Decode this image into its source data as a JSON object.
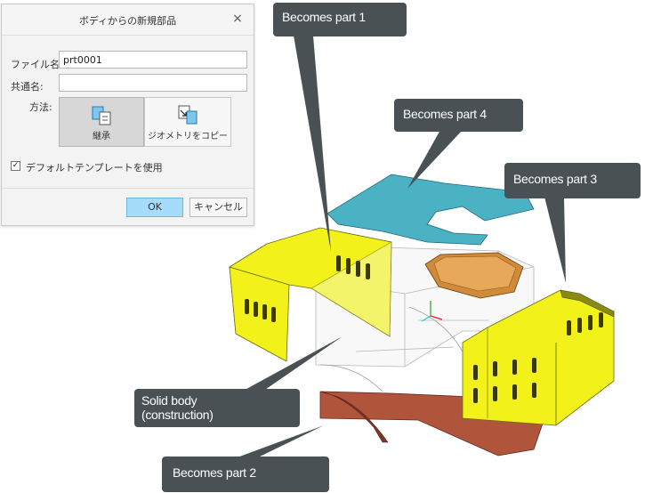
{
  "dialog": {
    "title": "ボディからの新規部品",
    "close_glyph": "×",
    "filename_label": "ファイル名:",
    "filename_value": "prt0001",
    "common_name_label": "共通名:",
    "common_name_value": "",
    "method_label": "方法:",
    "method_inherit": "継承",
    "method_copy_geometry": "ジオメトリをコピー",
    "default_template_checked": true,
    "check_glyph": "✓",
    "default_template_label": "デフォルトテンプレートを使用",
    "ok_label": "OK",
    "cancel_label": "キャンセル"
  },
  "callouts": {
    "part1": "Becomes part 1",
    "part2": "Becomes part 2",
    "part3": "Becomes part 3",
    "part4": "Becomes part 4",
    "solid_line1": "Solid body",
    "solid_line2": "(construction)"
  },
  "colors": {
    "callout_bg": "#4a5154",
    "yellow_panel": "#f2f21a",
    "yellow_dark": "#8a8a10",
    "cyan_panel": "#4bb2c4",
    "orange_tray": "#d08a3a",
    "brown_base": "#b0543c",
    "ok_button": "#a6dcf9"
  }
}
